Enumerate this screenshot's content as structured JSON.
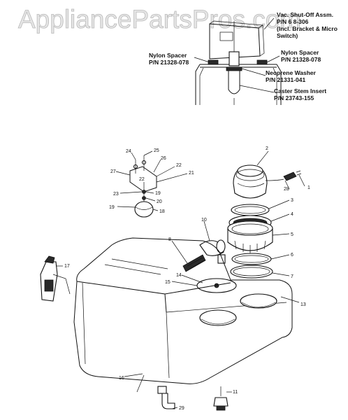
{
  "watermark": "AppliancePartsPros.com",
  "callouts": {
    "vac_line1": "Vac. Shut-Off Assm.",
    "vac_line2": "P/N 6 8-306",
    "vac_line3": "(Incl. Bracket & Micro",
    "vac_line4": "Switch)",
    "nylon_left_1": "Nylon Spacer",
    "nylon_left_2": "P/N 21328-078",
    "nylon_right_1": "Nylon Spacer",
    "nylon_right_2": "P/N 21328-078",
    "neoprene_1": "Neoprene Washer",
    "neoprene_2": "P/N 21331-041",
    "caster_1": "Caster Stem Insert",
    "caster_2": "P/N 23743-155"
  },
  "part_numbers": {
    "p1": "1",
    "p2": "2",
    "p3": "3",
    "p4": "4",
    "p5": "5",
    "p6": "6",
    "p7": "7",
    "p8": "8",
    "p10": "10",
    "p11": "11",
    "p13": "13",
    "p14": "14",
    "p15": "15",
    "p16": "16",
    "p17": "17",
    "p18": "18",
    "p19a": "19",
    "p19b": "19",
    "p20": "20",
    "p21": "21",
    "p22a": "22",
    "p22b": "22",
    "p23": "23",
    "p24": "24",
    "p25": "25",
    "p26": "26",
    "p27": "27",
    "p28": "28",
    "p29": "29"
  }
}
